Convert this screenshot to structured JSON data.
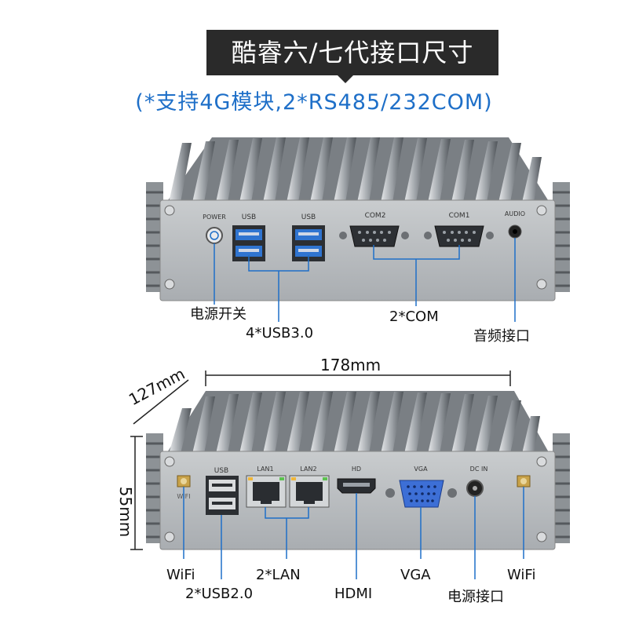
{
  "header": {
    "title": "酷睿六/七代接口尺寸",
    "subtitle": "(*支持4G模块,2*RS485/232COM)"
  },
  "front_panel": {
    "port_labels": {
      "power": "POWER",
      "usb1": "USB",
      "usb2": "USB",
      "com2": "COM2",
      "com1": "COM1",
      "audio": "AUDIO"
    },
    "callouts": {
      "power_switch": "电源开关",
      "usb30": "4*USB3.0",
      "com": "2*COM",
      "audio_port": "音频接口"
    }
  },
  "rear_panel": {
    "port_labels": {
      "wifi_left": "WIFI",
      "usb": "USB",
      "lan1": "LAN1",
      "lan2": "LAN2",
      "hd": "HD",
      "vga": "VGA",
      "dcin": "DC IN"
    },
    "callouts": {
      "wifi_left": "WiFi",
      "usb20": "2*USB2.0",
      "lan": "2*LAN",
      "hdmi": "HDMI",
      "vga": "VGA",
      "power_port": "电源接口",
      "wifi_right": "WiFi"
    },
    "dimensions": {
      "width": "178mm",
      "depth": "127mm",
      "height": "55mm"
    }
  },
  "colors": {
    "banner_bg": "#2a2a2a",
    "subtitle": "#1e6fc8",
    "chassis": "#b9bcbf",
    "fin_dark": "#555a5f",
    "usb_blue": "#2f74d0"
  }
}
